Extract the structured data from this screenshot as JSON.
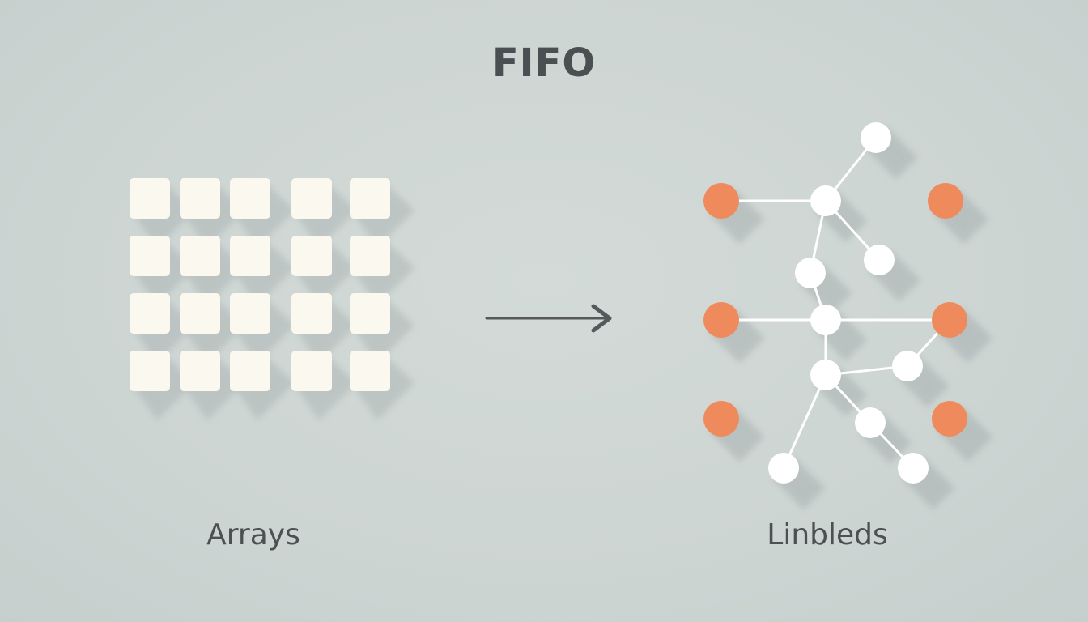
{
  "title": "FIFO",
  "left": {
    "label": "Arrays",
    "grid_rows": 4,
    "grid_cols": 5
  },
  "right": {
    "label": "Linbleds"
  },
  "colors": {
    "background": "#cdd5d3",
    "text": "#4b5052",
    "array_cell": "#fbf8f0",
    "node_white": "#ffffff",
    "node_accent": "#ef8a5c",
    "edge": "#ffffff",
    "arrow": "#55595b"
  }
}
